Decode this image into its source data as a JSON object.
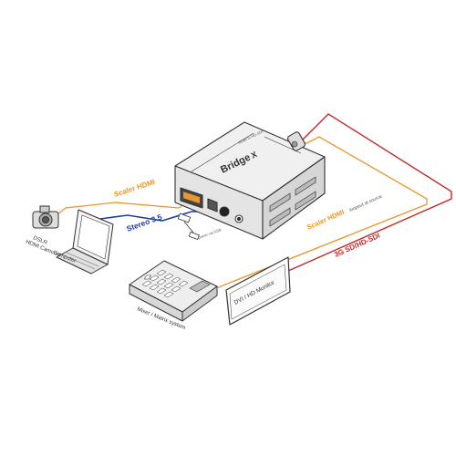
{
  "colors": {
    "hdmi_line": "#e8962e",
    "audio_line": "#1f3f99",
    "sdi_line": "#c62828",
    "outline": "#333333",
    "device_fill": "#e9e9e9"
  },
  "labels": {
    "scaler_hdmi_in": "Scaler HDMI",
    "stereo": "Stereo 3.5",
    "scaler_hdmi_out": "Scaler HDMI",
    "loopout": "loopout at source",
    "sdi": "3G SD/HD-SDI",
    "camera": "DSLR\nHDMI Camcorder",
    "computer": "Computer",
    "monitor": "DVI / HD Monitor",
    "mixer": "Mixer / Matrix system",
    "brand": "Bridge",
    "brand_mark": "X",
    "device_model": "HDMI to HD-SDI",
    "usb_note": "power via USB"
  },
  "icons": {
    "camera": "camera-icon",
    "laptop": "laptop-icon",
    "monitor": "monitor-icon",
    "mixer": "mixer-console-icon",
    "device": "converter-device-icon",
    "usb": "usb-plug-icon"
  }
}
